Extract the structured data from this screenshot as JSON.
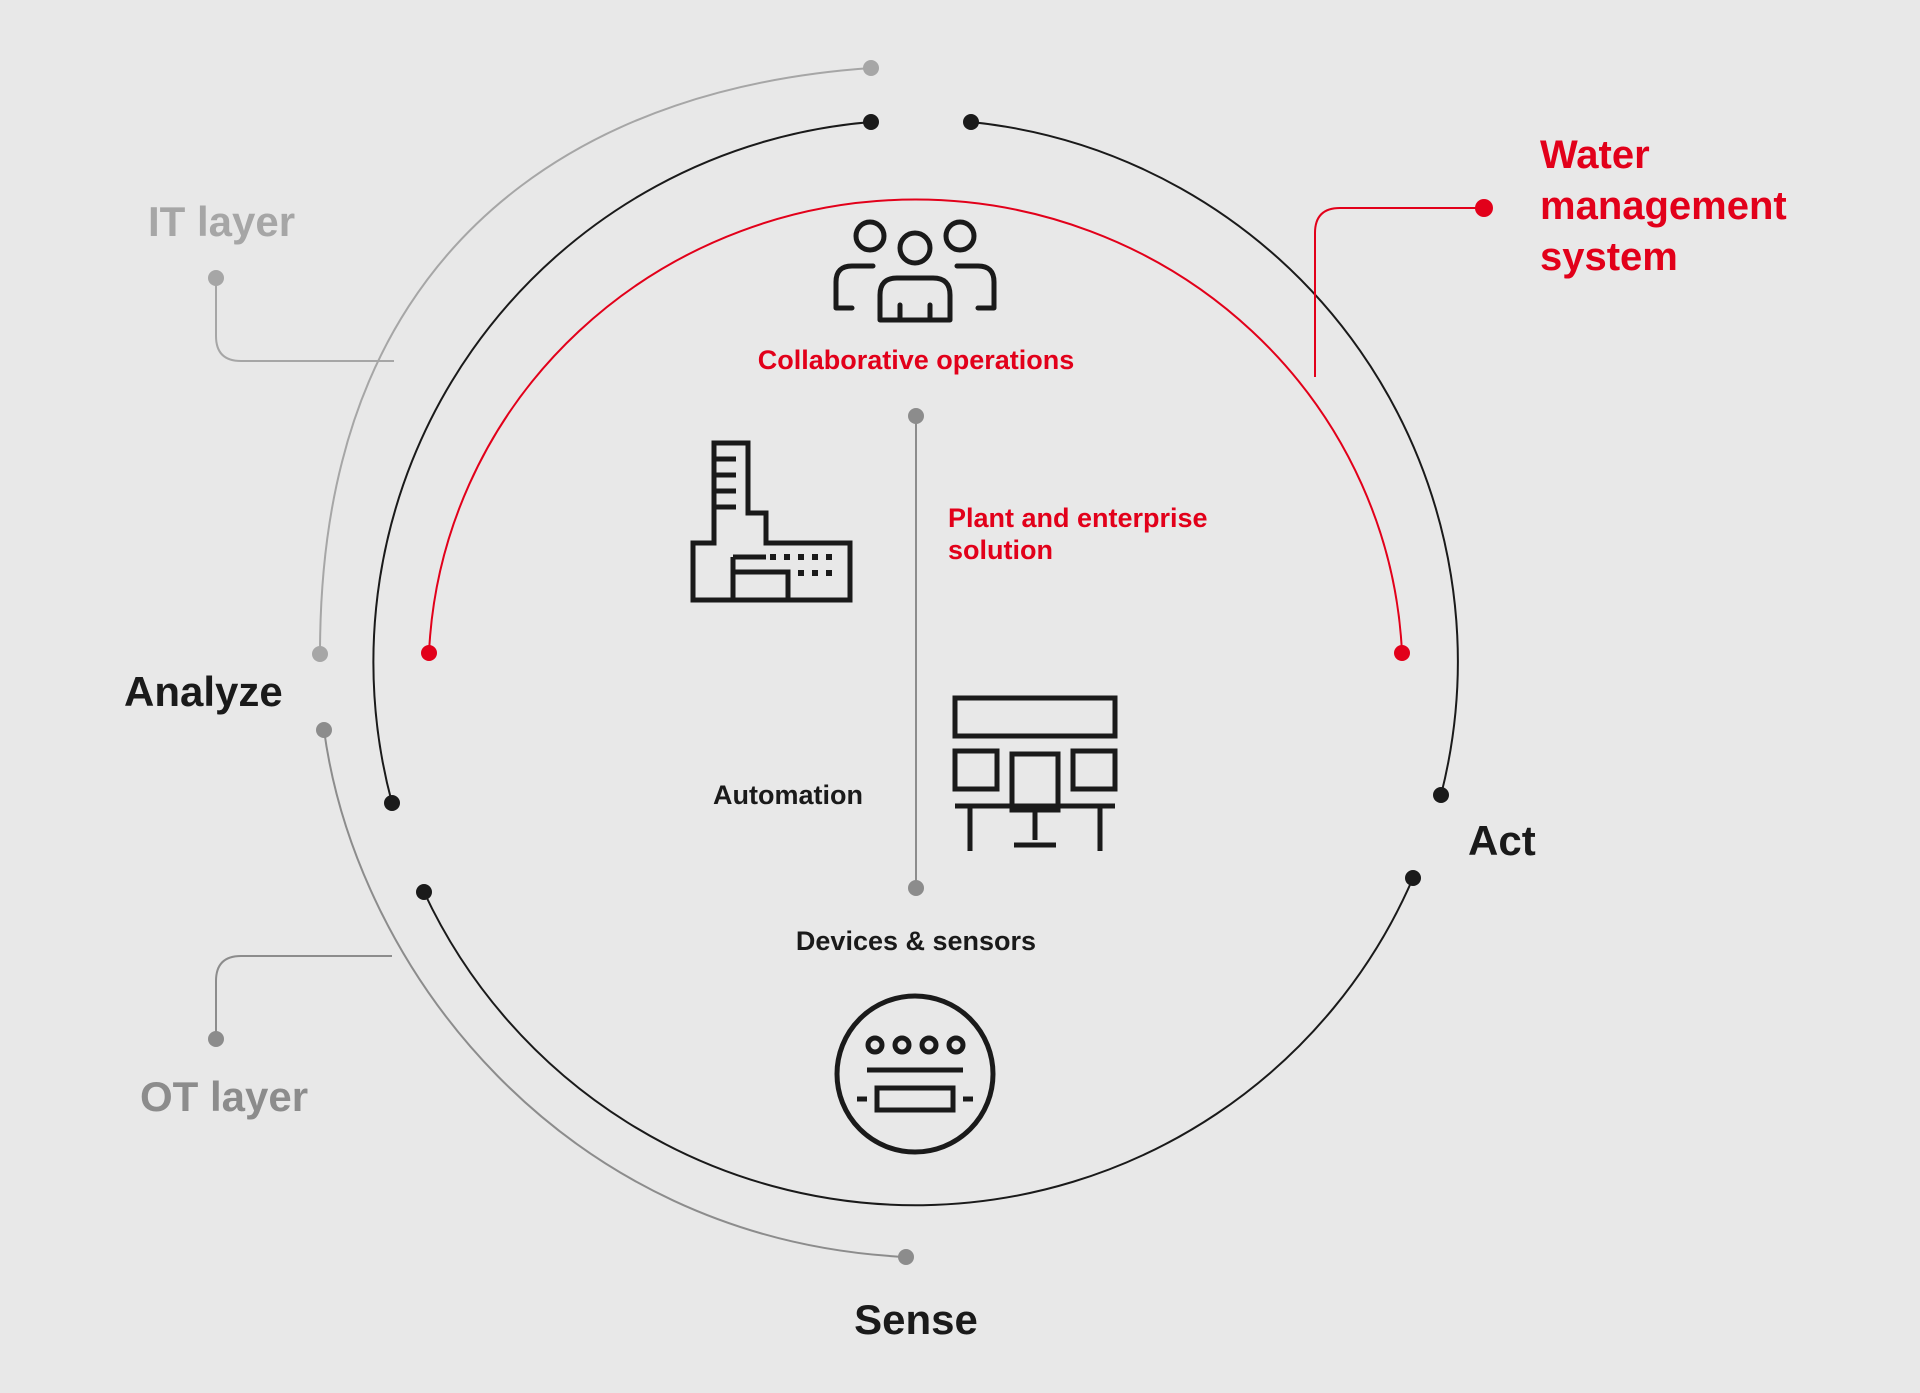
{
  "title_block": {
    "line1": "Water",
    "line2": "management",
    "line3": "system"
  },
  "layers": {
    "it": "IT layer",
    "ot": "OT layer"
  },
  "cycle": {
    "analyze": "Analyze",
    "act": "Act",
    "sense": "Sense"
  },
  "levels": {
    "collaborative": "Collaborative operations",
    "plant_line1": "Plant and enterprise",
    "plant_line2": "solution",
    "automation": "Automation",
    "devices": "Devices & sensors"
  },
  "icons": {
    "collaborative": "people-group-icon",
    "plant": "factory-icon",
    "automation": "control-desk-icon",
    "devices": "meter-sensor-icon"
  },
  "colors": {
    "background": "#e8e8e8",
    "accent_red": "#e2001a",
    "black": "#1a1a1a",
    "grey_light": "#a6a6a6",
    "grey_mid": "#8c8c8c"
  }
}
